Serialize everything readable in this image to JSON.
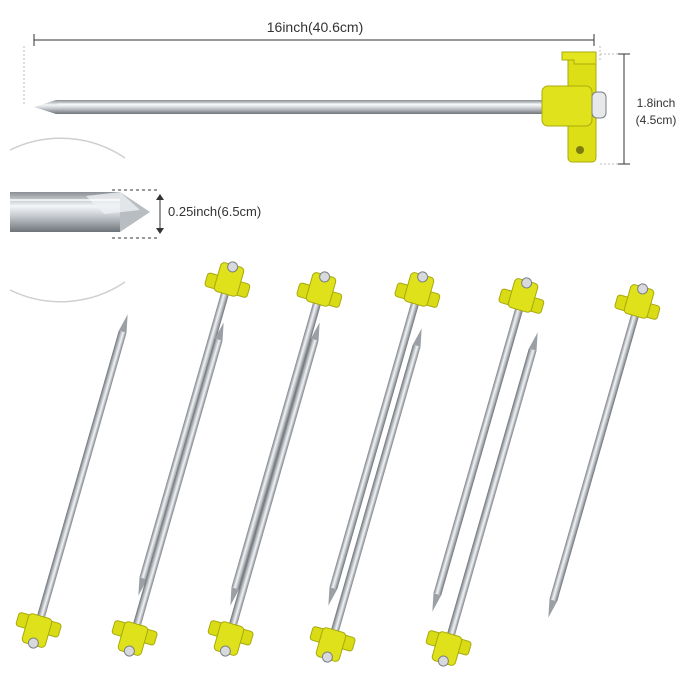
{
  "dimensions": {
    "length": "16inch(40.6cm)",
    "head_height_line1": "1.8inch",
    "head_height_line2": "(4.5cm)",
    "tip_diameter": "0.25inch(6.5cm)"
  },
  "colors": {
    "head_yellow": "#d9dc14",
    "steel": "#c9ccd0",
    "steel_dark": "#7d8287",
    "dimension_line": "#333333"
  }
}
